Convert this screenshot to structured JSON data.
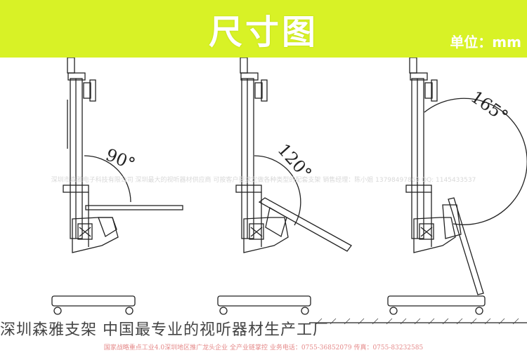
{
  "header": {
    "title": "尺寸图",
    "unit": "单位：mm"
  },
  "watermark": "深圳市森雅电子科技有限公司 深圳最大的视听器材供应商 可按客户要求定做各种类型的配套支架 销售经理：陈小姐 13798497869 QQ: 1145433537",
  "angles": [
    {
      "label": "90°",
      "value": 90
    },
    {
      "label": "120°",
      "value": 120
    },
    {
      "label": "165°",
      "value": 165
    }
  ],
  "slogan": "深圳森雅支架 中国最专业的视听器材生产工厂",
  "footer": "国家战略重点工业4.0深圳地区推广龙头企业 全产业链掌控 业务电话：0755-36852079 传真：0755-83232585"
}
